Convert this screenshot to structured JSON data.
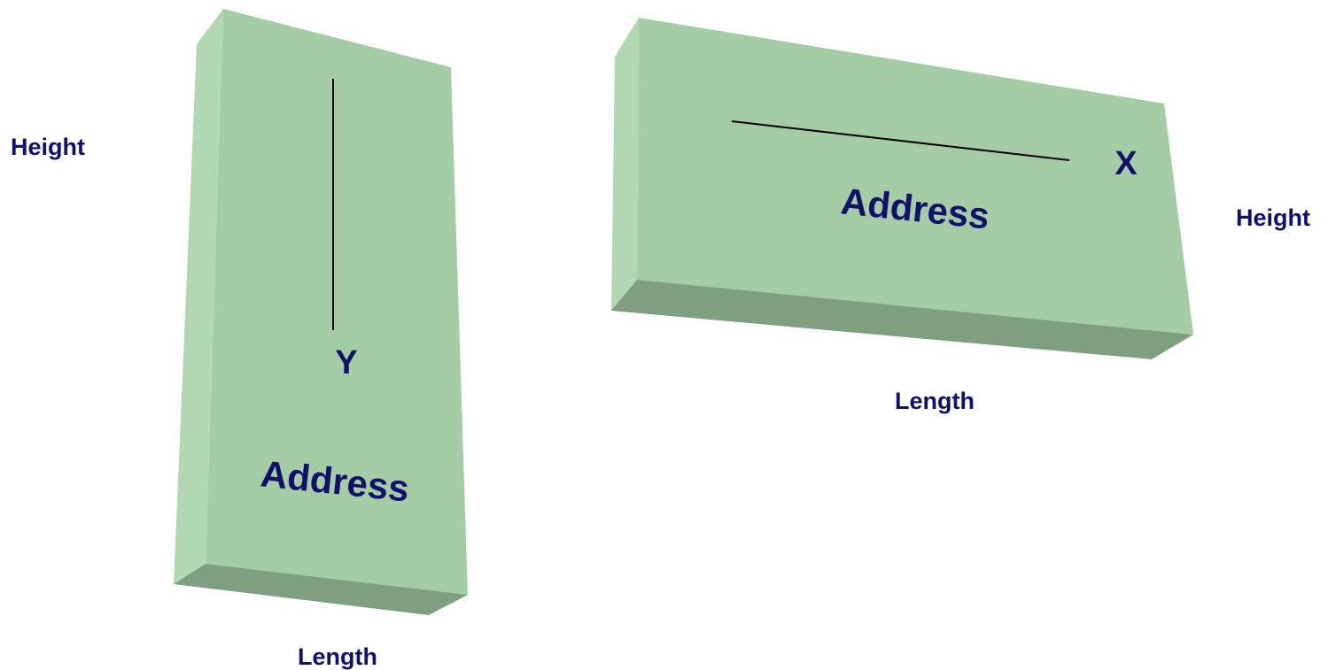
{
  "colors": {
    "face": "#a4cda6",
    "side": "#b2d7b3",
    "bottom": "#7f9f81",
    "text": "#11116a",
    "axis_line": "#000000"
  },
  "left_block": {
    "height_label": "Height",
    "length_label": "Length",
    "axis_letter": "Y",
    "face_label": "Address"
  },
  "right_block": {
    "height_label": "Height",
    "length_label": "Length",
    "axis_letter": "X",
    "face_label": "Address"
  }
}
